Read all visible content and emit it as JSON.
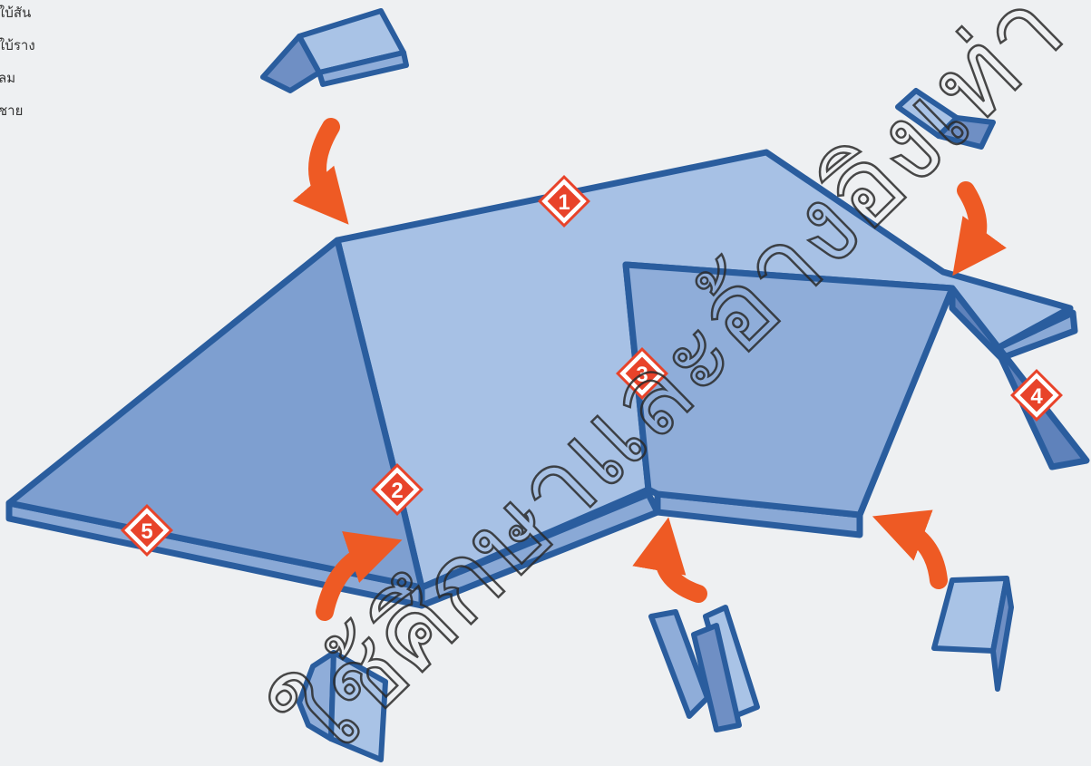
{
  "legend": [
    "ใบ้สัน",
    "ใบ้ราง",
    "ลม",
    "ชาย"
  ],
  "callouts": [
    "1",
    "2",
    "3",
    "4",
    "5"
  ],
  "watermark": "ใช้ศึกษาและอ้างอิงเท่านั้น",
  "colors": {
    "roof_light": "#a9c3e6",
    "roof_mid": "#8fadd9",
    "roof_dark": "#6f8fc4",
    "outline": "#2a5d9e",
    "arrow": "#ee5a24",
    "callout_bg": "#e8432a"
  }
}
